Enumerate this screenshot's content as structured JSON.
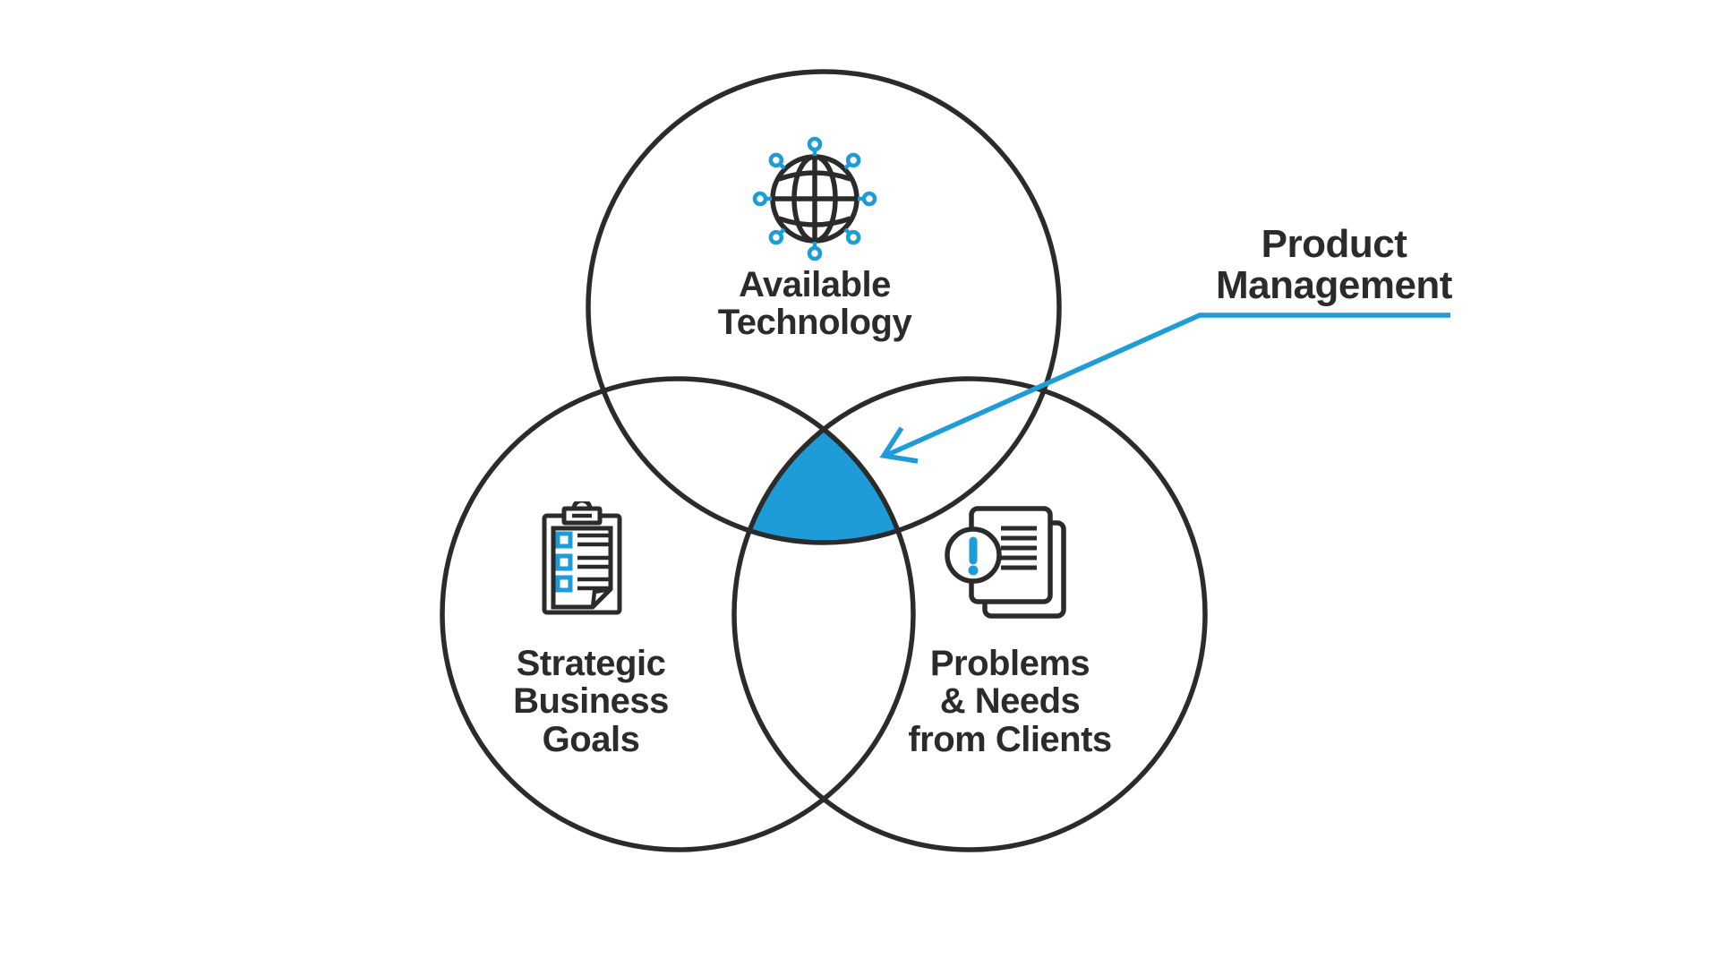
{
  "colors": {
    "accent": "#1d9cd8",
    "ink": "#2b2b2b",
    "background": "#ffffff"
  },
  "diagram": {
    "type": "venn-3-circle",
    "circles": [
      {
        "id": "available-technology",
        "icon": "globe-network-icon",
        "label_lines": [
          "Available",
          "Technology"
        ]
      },
      {
        "id": "strategic-business-goals",
        "icon": "clipboard-checklist-icon",
        "label_lines": [
          "Strategic",
          "Business",
          "Goals"
        ]
      },
      {
        "id": "problems-needs-from-clients",
        "icon": "documents-alert-icon",
        "label_lines": [
          "Problems",
          "& Needs",
          "from Clients"
        ]
      }
    ],
    "center_overlap": {
      "highlighted": true,
      "highlight_color": "#1d9cd8",
      "annotation": {
        "label_lines": [
          "Product",
          "Management"
        ],
        "pointer": "arrow-icon",
        "points_to": "triple-overlap"
      }
    }
  }
}
